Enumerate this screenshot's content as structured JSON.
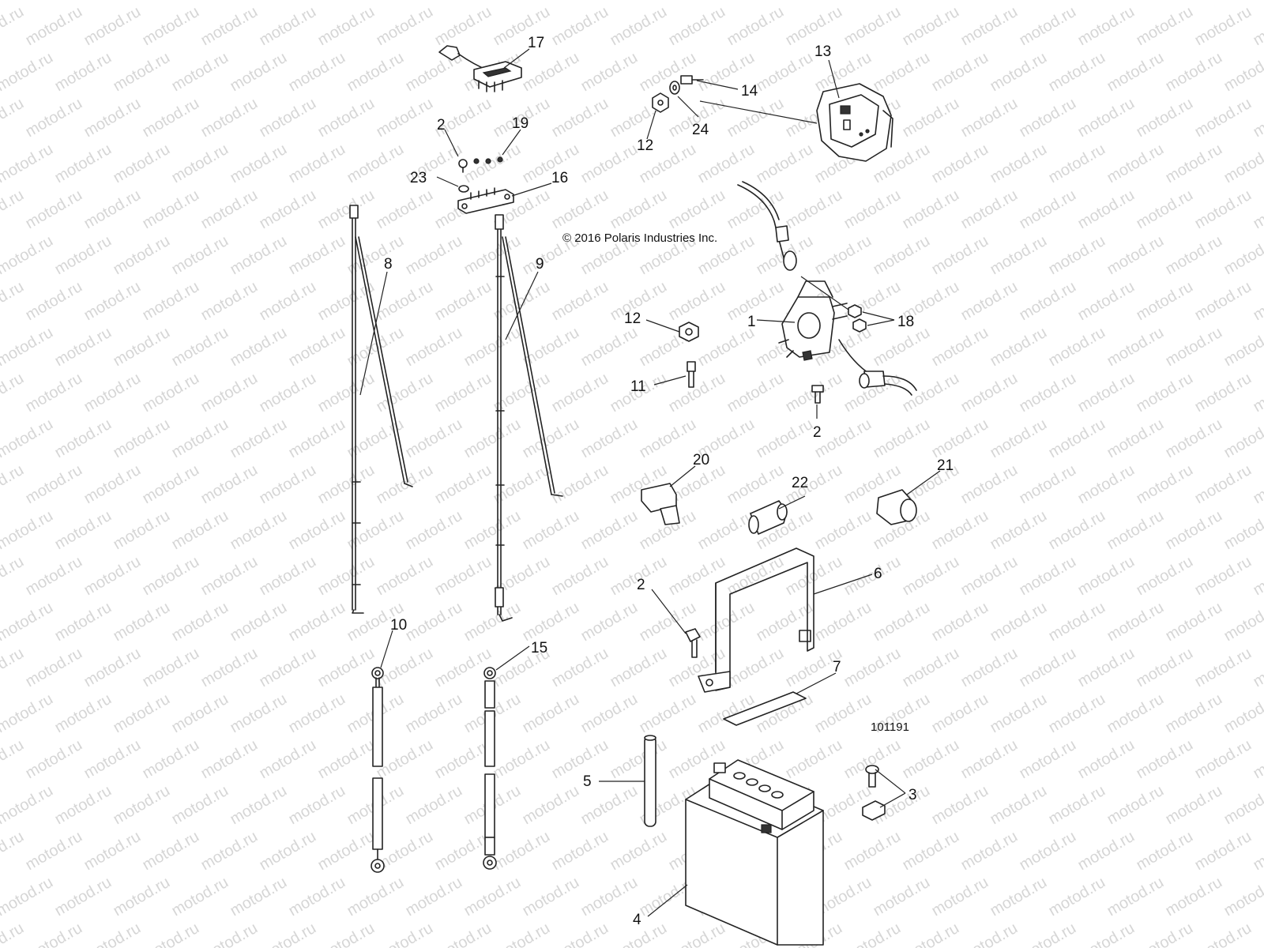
{
  "watermark": "motod.ru",
  "copyright": "© 2016 Polaris Industries Inc.",
  "drawing_number": "101191",
  "callouts": [
    "17",
    "2",
    "19",
    "23",
    "16",
    "13",
    "14",
    "12",
    "24",
    "8",
    "9",
    "12",
    "1",
    "18",
    "11",
    "2",
    "20",
    "22",
    "21",
    "2",
    "6",
    "10",
    "15",
    "7",
    "5",
    "3",
    "4"
  ]
}
